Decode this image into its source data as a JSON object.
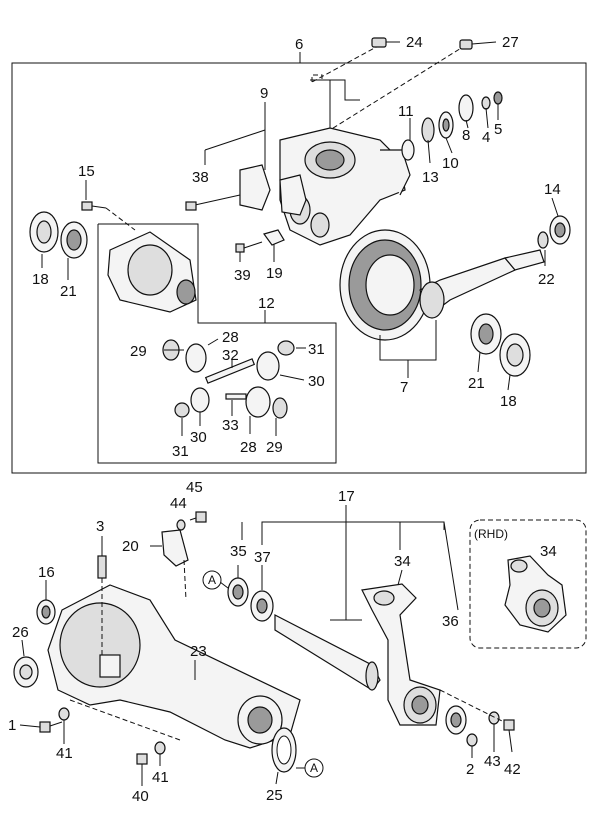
{
  "labels": {
    "n1": "1",
    "n2": "2",
    "n3": "3",
    "n4": "4",
    "n5": "5",
    "n6": "6",
    "n7": "7",
    "n8": "8",
    "n9": "9",
    "n10": "10",
    "n11": "11",
    "n12": "12",
    "n13": "13",
    "n14": "14",
    "n15": "15",
    "n16": "16",
    "n17": "17",
    "n18a": "18",
    "n18b": "18",
    "n19": "19",
    "n20": "20",
    "n21a": "21",
    "n21b": "21",
    "n22": "22",
    "n23": "23",
    "n24": "24",
    "n25": "25",
    "n26": "26",
    "n27": "27",
    "n28a": "28",
    "n28b": "28",
    "n29a": "29",
    "n29b": "29",
    "n30a": "30",
    "n30b": "30",
    "n31a": "31",
    "n31b": "31",
    "n32": "32",
    "n33": "33",
    "n34a": "34",
    "n34b": "34",
    "n35": "35",
    "n36": "36",
    "n37": "37",
    "n38": "38",
    "n39": "39",
    "n40": "40",
    "n41a": "41",
    "n41b": "41",
    "n42": "42",
    "n43": "43",
    "n44": "44",
    "n45": "45"
  },
  "refs": {
    "a1": "A",
    "a2": "A"
  },
  "rhd_label": "(RHD)"
}
